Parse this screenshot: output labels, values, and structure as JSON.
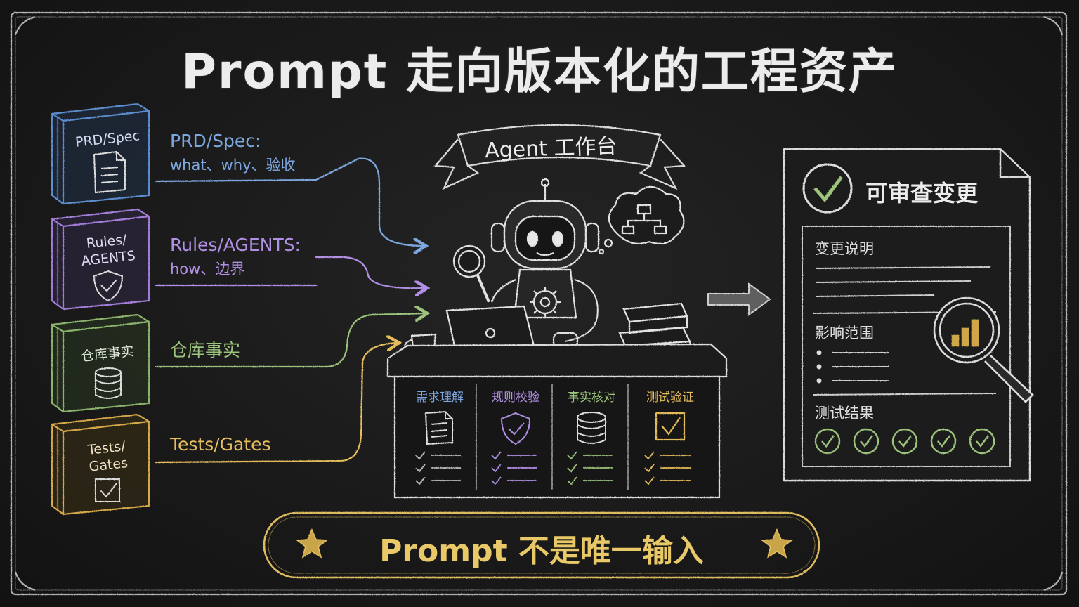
{
  "title": "Prompt 走向版本化的工程资产",
  "books": [
    {
      "label": "PRD/Spec",
      "icon": "document-icon",
      "color": "#5d8fd0"
    },
    {
      "label": "Rules/\nAGENTS",
      "icon": "shield-check-icon",
      "color": "#a27ed8"
    },
    {
      "label": "仓库事实",
      "icon": "database-icon",
      "color": "#8cb46c"
    },
    {
      "label": "Tests/\nGates",
      "icon": "checkbox-icon",
      "color": "#d8a94a"
    }
  ],
  "inputs": [
    {
      "line1": "PRD/Spec:",
      "line2": "what、why、验收",
      "color": "#7ea7e0"
    },
    {
      "line1": "Rules/AGENTS:",
      "line2": "how、边界",
      "color": "#b290e6"
    },
    {
      "line1": "仓库事实",
      "line2": "",
      "color": "#9dc47c"
    },
    {
      "line1": "Tests/Gates",
      "line2": "",
      "color": "#e6bd5c"
    }
  ],
  "workbench": {
    "banner": "Agent 工作台",
    "columns": [
      {
        "label": "需求理解",
        "icon": "document-icon",
        "color": "#7ea7e0"
      },
      {
        "label": "规则校验",
        "icon": "shield-check-icon",
        "color": "#b290e6"
      },
      {
        "label": "事实核对",
        "icon": "database-icon",
        "color": "#9dc47c"
      },
      {
        "label": "测试验证",
        "icon": "checkbox-icon",
        "color": "#e6bd5c"
      }
    ]
  },
  "output": {
    "title": "可审查变更",
    "sections": [
      "变更说明",
      "影响范围",
      "测试结果"
    ],
    "check_color": "#9dc47c",
    "check_count": 5
  },
  "footer": "Prompt 不是唯一输入",
  "colors": {
    "chalk": "#e6e6e6",
    "gold": "#e0bd5e",
    "blue": "#7ea7e0",
    "purple": "#b290e6",
    "green": "#9dc47c"
  }
}
